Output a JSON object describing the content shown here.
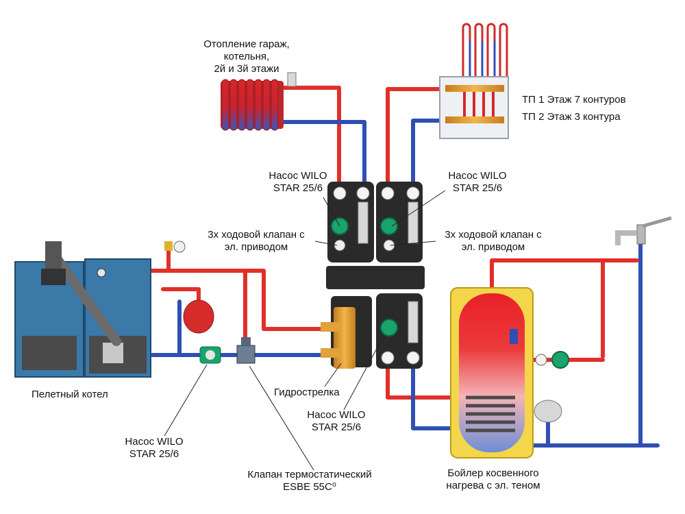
{
  "labels": {
    "heating_l1": "Отопление гараж,",
    "heating_l2": "котельня,",
    "heating_l3": "2й и 3й этажи",
    "tp1": "ТП 1 Этаж 7 контуров",
    "tp2": "ТП 2 Этаж 3 контура",
    "pump_tl_1": "Насос WILO",
    "pump_tl_2": "STAR  25/6",
    "pump_tr_1": "Насос WILO",
    "pump_tr_2": "STAR  25/6",
    "valve_l_1": "3х ходовой клапан с",
    "valve_l_2": "эл. приводом",
    "valve_r_1": "3х ходовой клапан с",
    "valve_r_2": "эл. приводом",
    "boiler": "Пелетный котел",
    "hydro": "Гидрострелка",
    "pump_b_1": "Насос WILO",
    "pump_b_2": "STAR   25/6",
    "pump_bl_1": "Насос WILO",
    "pump_bl_2": "STAR   25/6",
    "thermo_1": "Клапан термостатический",
    "thermo_2": "ESBE 55C⁰",
    "tank_1": "Бойлер косвенного",
    "tank_2": "нагрева с эл. теном"
  },
  "colors": {
    "supply": "#e0302a",
    "return": "#2f4fb5",
    "boiler_body": "#3b79a8",
    "brass": "#e2a13a",
    "tank_shell": "#f3d64a"
  }
}
